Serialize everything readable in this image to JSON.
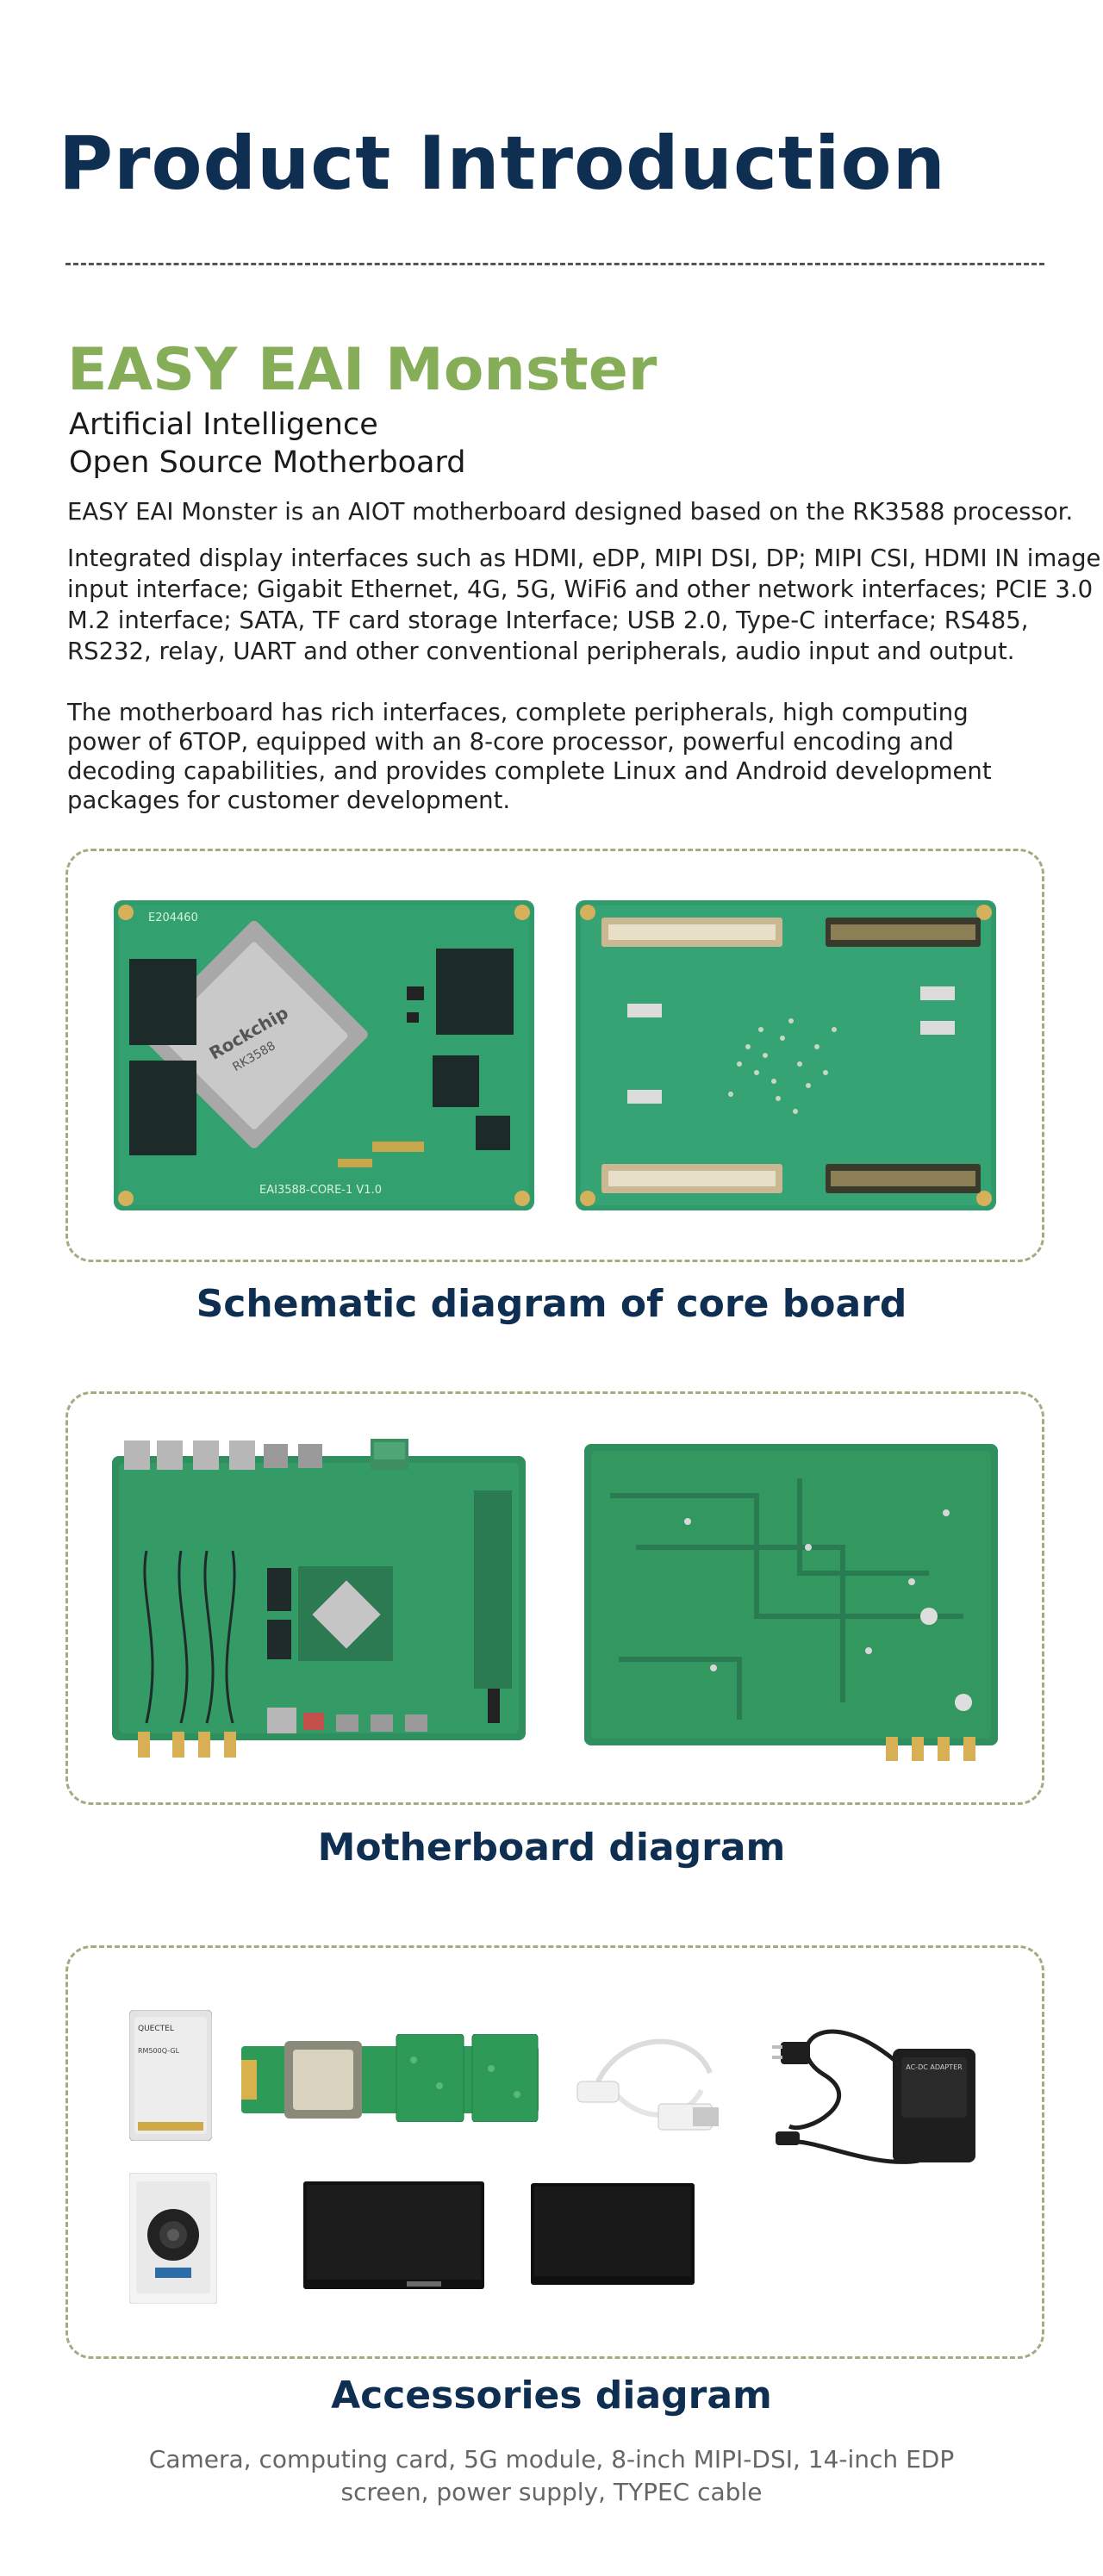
{
  "header": {
    "title": "Product Introduction"
  },
  "product": {
    "name": "EASY EAI Monster",
    "subtitle_line1": "Artificial Intelligence",
    "subtitle_line2": "Open Source Motherboard",
    "para1": "EASY EAI Monster is an AIOT motherboard designed based on the RK3588 processor.",
    "para2": "Integrated display interfaces such as HDMI, eDP, MIPI DSI, DP; MIPI CSI, HDMI IN image input interface; Gigabit Ethernet, 4G, 5G, WiFi6 and other network interfaces; PCIE 3.0 M.2 interface; SATA, TF card storage Interface; USB 2.0, Type-C interface; RS485, RS232, relay, UART and other conventional peripherals, audio input and output.",
    "para3": "The motherboard has rich interfaces, complete peripherals, high computing power of 6TOP, equipped with an 8-core processor, powerful encoding and decoding capabilities, and provides complete Linux and Android development packages for customer development."
  },
  "sections": {
    "core_board": {
      "caption": "Schematic diagram of core board",
      "chip_brand": "Rockchip",
      "chip_model": "RK3588",
      "board_id": "E204460",
      "board_silk": "EAI3588-CORE-1 V1.0"
    },
    "motherboard": {
      "caption": "Motherboard diagram"
    },
    "accessories": {
      "caption": "Accessories diagram",
      "note": "Camera, computing card, 5G module, 8-inch MIPI-DSI, 14-inch EDP screen, power supply, TYPEC cable",
      "module_brand": "QUECTEL",
      "module_model": "RM500Q-GL",
      "adapter_label": "AC-DC ADAPTER"
    }
  },
  "colors": {
    "title_navy": "#0f2f52",
    "product_green": "#86ad58",
    "pcb_green": "#2f9a6a",
    "frame_dash": "#a9a880"
  }
}
